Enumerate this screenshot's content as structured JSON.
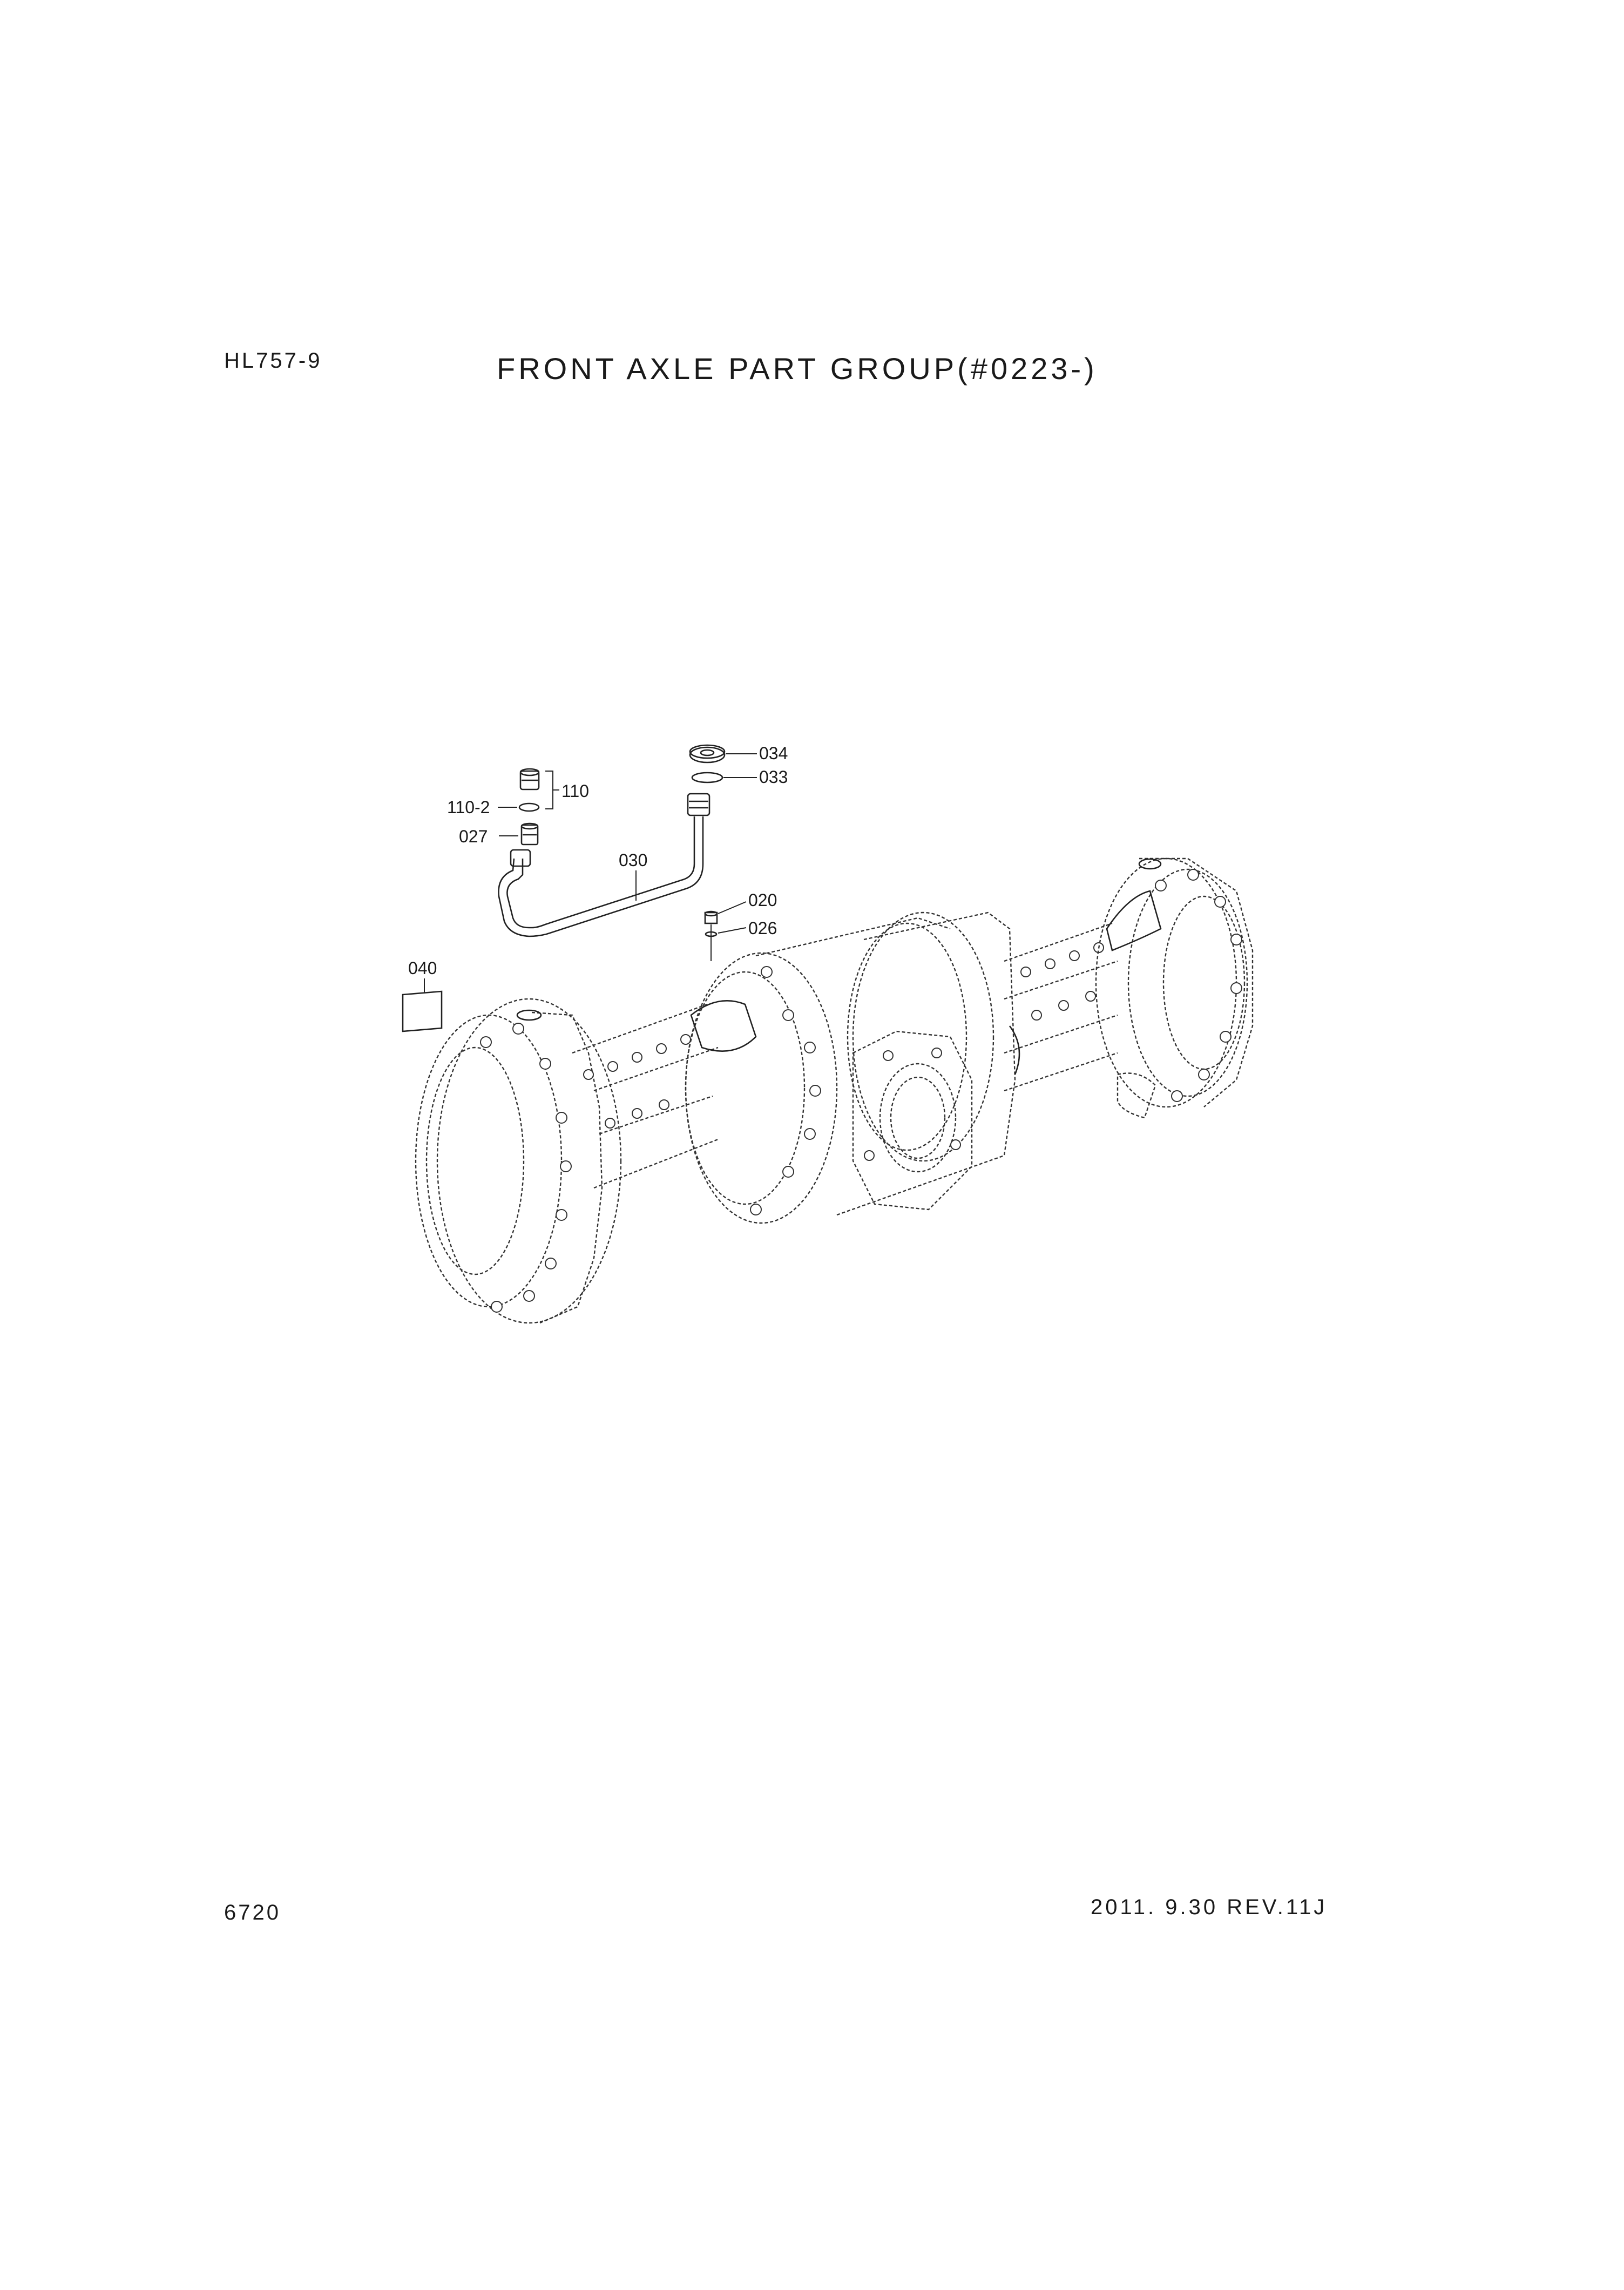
{
  "header": {
    "model": "HL757-9",
    "title": "FRONT AXLE PART GROUP(#0223-)"
  },
  "footer": {
    "page_number": "6720",
    "revision": "2011. 9.30  REV.11J"
  },
  "callouts": {
    "c034": "034",
    "c033": "033",
    "c110": "110",
    "c110_2": "110-2",
    "c027": "027",
    "c030": "030",
    "c020": "020",
    "c026": "026",
    "c040": "040"
  }
}
